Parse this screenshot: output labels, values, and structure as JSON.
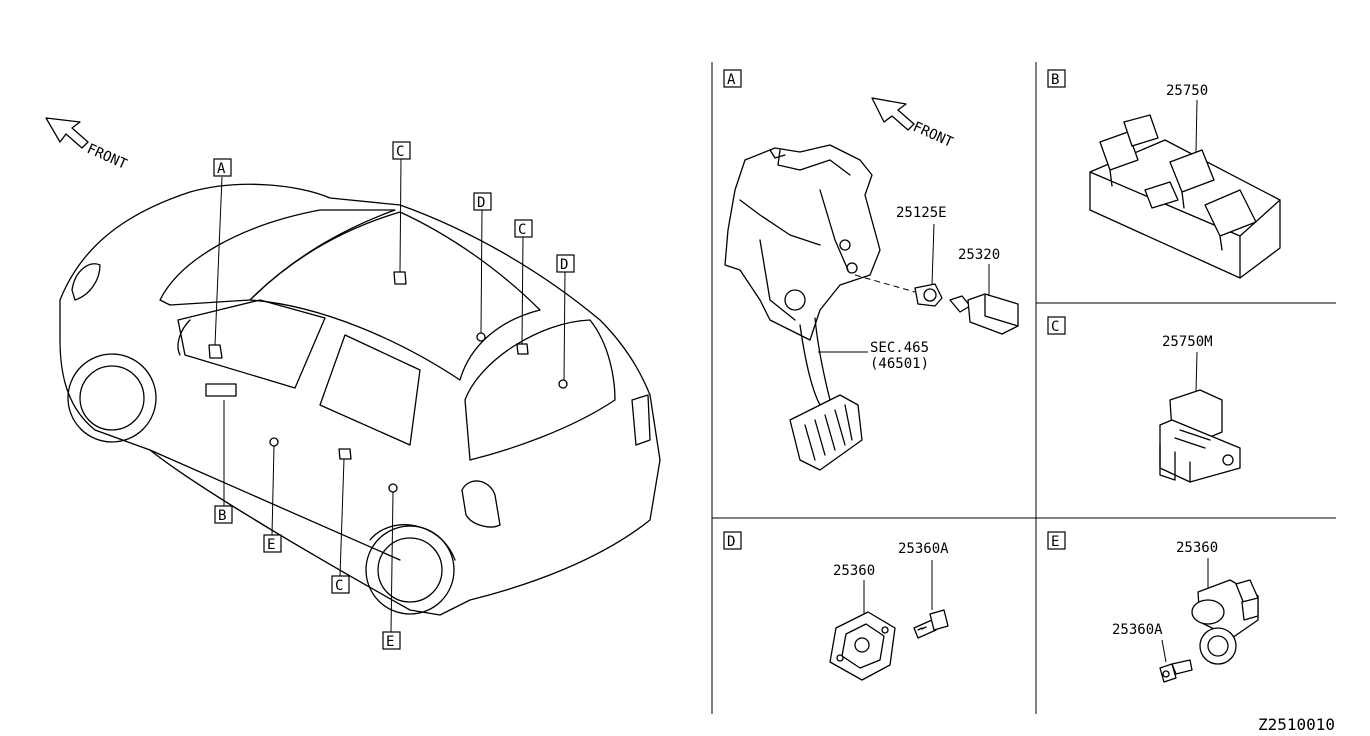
{
  "figure_id": "Z2510010",
  "front_label": "FRONT",
  "callouts": {
    "A": "A",
    "B": "B",
    "C": "C",
    "D": "D",
    "E": "E"
  },
  "panels": {
    "A": {
      "label": "A",
      "front": "FRONT",
      "parts": [
        "25125E",
        "25320"
      ],
      "sec_line1": "SEC.465",
      "sec_line2": "(46501)"
    },
    "B": {
      "label": "B",
      "part": "25750"
    },
    "C": {
      "label": "C",
      "part": "25750M"
    },
    "D": {
      "label": "D",
      "part_a": "25360",
      "part_b": "25360A"
    },
    "E": {
      "label": "E",
      "part_a": "25360",
      "part_b": "25360A"
    }
  }
}
